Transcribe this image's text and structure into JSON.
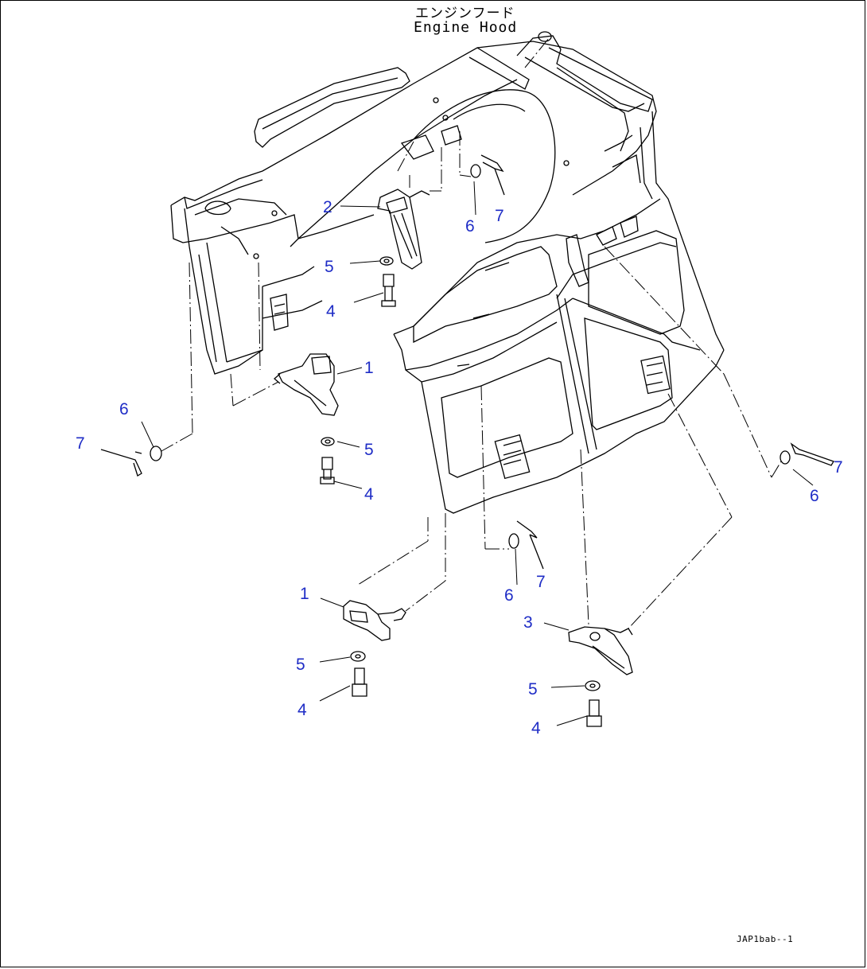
{
  "title": {
    "jp": "エンジンフード",
    "en": "Engine Hood"
  },
  "callouts": [
    {
      "id": "c1",
      "text": "2"
    },
    {
      "id": "c2",
      "text": "5"
    },
    {
      "id": "c3",
      "text": "4"
    },
    {
      "id": "c4",
      "text": "1"
    },
    {
      "id": "c5",
      "text": "6"
    },
    {
      "id": "c6",
      "text": "7"
    },
    {
      "id": "c7",
      "text": "5"
    },
    {
      "id": "c8",
      "text": "4"
    },
    {
      "id": "c9",
      "text": "6"
    },
    {
      "id": "c10",
      "text": "7"
    },
    {
      "id": "c11",
      "text": "7"
    },
    {
      "id": "c12",
      "text": "6"
    },
    {
      "id": "c13",
      "text": "6"
    },
    {
      "id": "c14",
      "text": "7"
    },
    {
      "id": "c15",
      "text": "1"
    },
    {
      "id": "c16",
      "text": "3"
    },
    {
      "id": "c17",
      "text": "5"
    },
    {
      "id": "c18",
      "text": "4"
    },
    {
      "id": "c19",
      "text": "5"
    },
    {
      "id": "c20",
      "text": "4"
    }
  ],
  "figure_id": "JAP1bab--1",
  "colors": {
    "callout": "#1f2dc6",
    "line": "#000000",
    "background": "#ffffff"
  }
}
